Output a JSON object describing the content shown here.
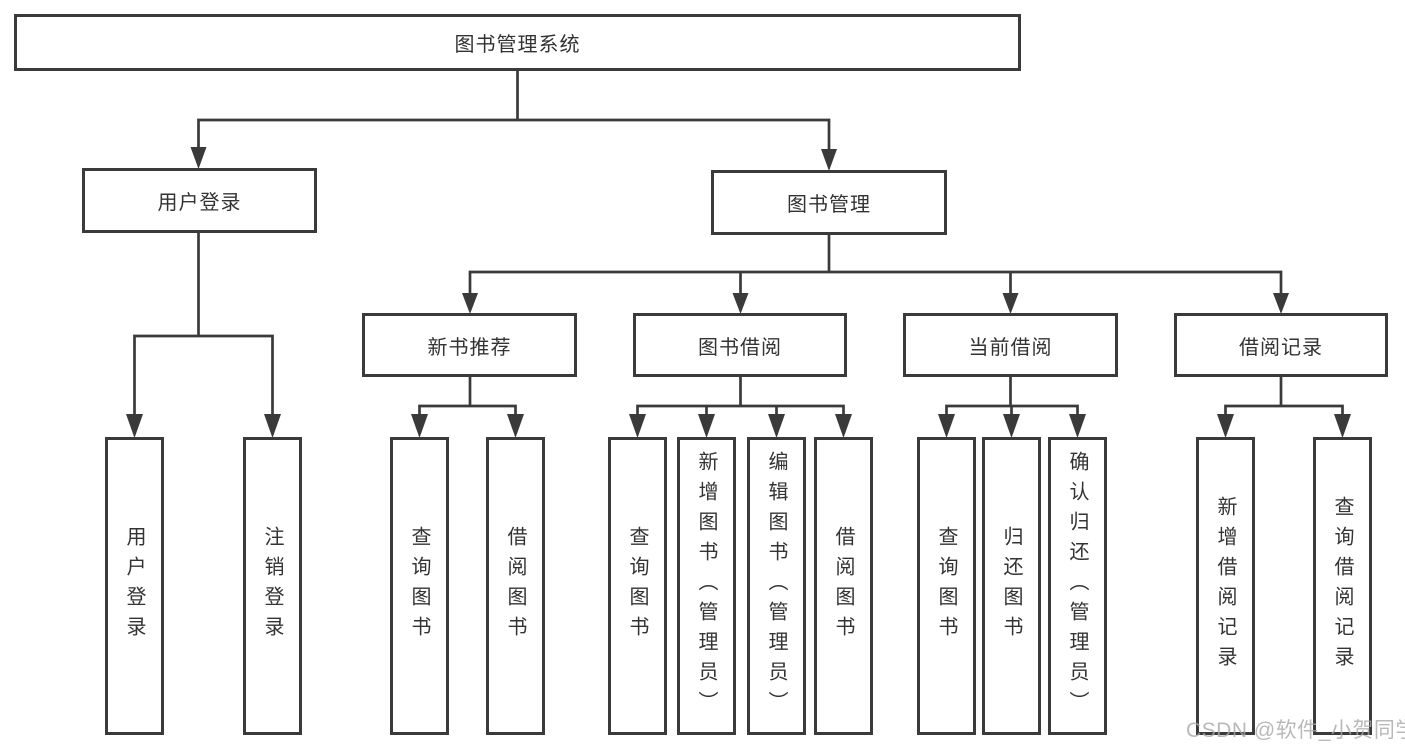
{
  "diagram": {
    "root": {
      "label": "图书管理系统"
    },
    "branches": [
      {
        "label": "用户登录",
        "children": [
          {
            "label": "用户登录"
          },
          {
            "label": "注销登录"
          }
        ]
      },
      {
        "label": "图书管理",
        "children": [
          {
            "label": "新书推荐",
            "children": [
              {
                "label": "查询图书"
              },
              {
                "label": "借阅图书"
              }
            ]
          },
          {
            "label": "图书借阅",
            "children": [
              {
                "label": "查询图书"
              },
              {
                "label": "新增图书（管理员）"
              },
              {
                "label": "编辑图书（管理员）"
              },
              {
                "label": "借阅图书"
              }
            ]
          },
          {
            "label": "当前借阅",
            "children": [
              {
                "label": "查询图书"
              },
              {
                "label": "归还图书"
              },
              {
                "label": "确认归还（管理员）"
              }
            ]
          },
          {
            "label": "借阅记录",
            "children": [
              {
                "label": "新增借阅记录"
              },
              {
                "label": "查询借阅记录"
              }
            ]
          }
        ]
      }
    ]
  },
  "watermark": "CSDN @软件_小贺同学",
  "colors": {
    "line": "#3a3a3a",
    "text": "#333333",
    "background": "#ffffff",
    "watermark": "#a8a8a8"
  }
}
